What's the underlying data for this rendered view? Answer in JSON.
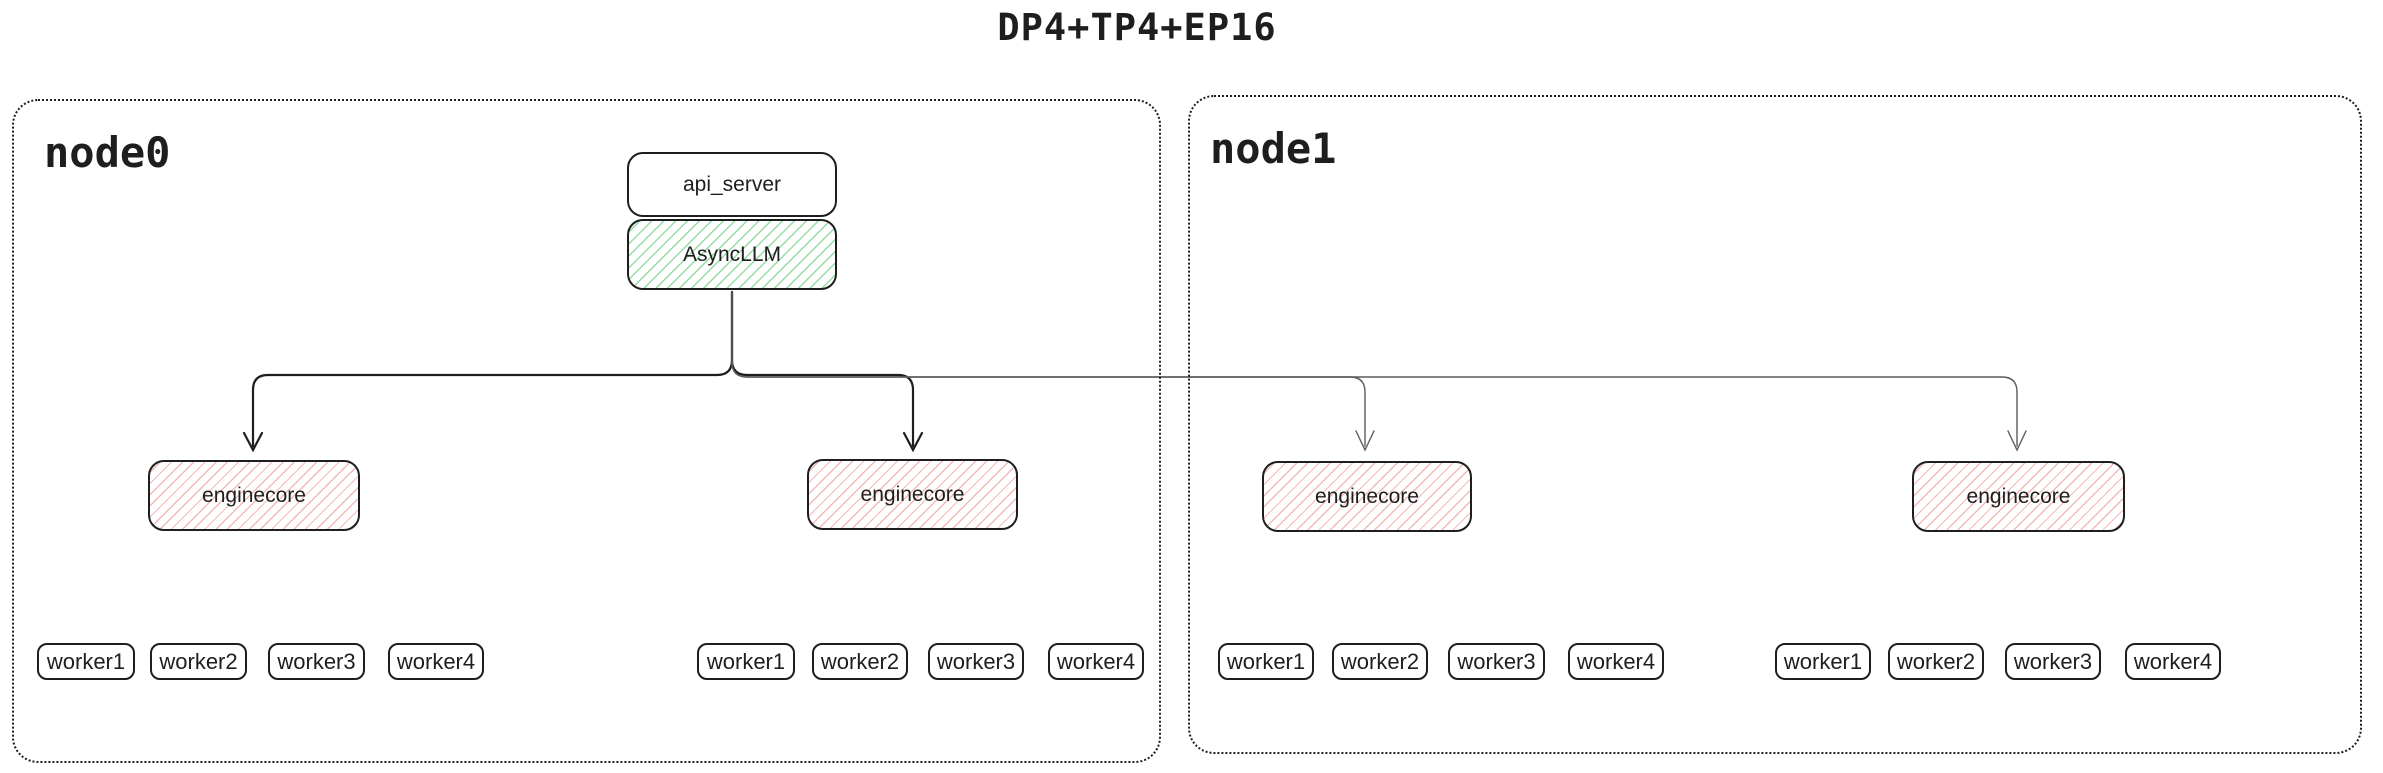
{
  "title": "DP4+TP4+EP16",
  "nodes": [
    {
      "label": "node0",
      "api_server": "api_server",
      "async_llm": "AsyncLLM",
      "enginecores": [
        "enginecore",
        "enginecore"
      ],
      "worker_groups": [
        [
          "worker1",
          "worker2",
          "worker3",
          "worker4"
        ],
        [
          "worker1",
          "worker2",
          "worker3",
          "worker4"
        ]
      ]
    },
    {
      "label": "node1",
      "enginecores": [
        "enginecore",
        "enginecore"
      ],
      "worker_groups": [
        [
          "worker1",
          "worker2",
          "worker3",
          "worker4"
        ],
        [
          "worker1",
          "worker2",
          "worker3",
          "worker4"
        ]
      ]
    }
  ],
  "colors": {
    "ink": "#1e1e1e",
    "primary_edge": "#1e1e1e",
    "secondary_edge": "#5c5c5c",
    "green_hatch": "#40c057",
    "red_hatch": "#e03131",
    "background": "#ffffff"
  }
}
